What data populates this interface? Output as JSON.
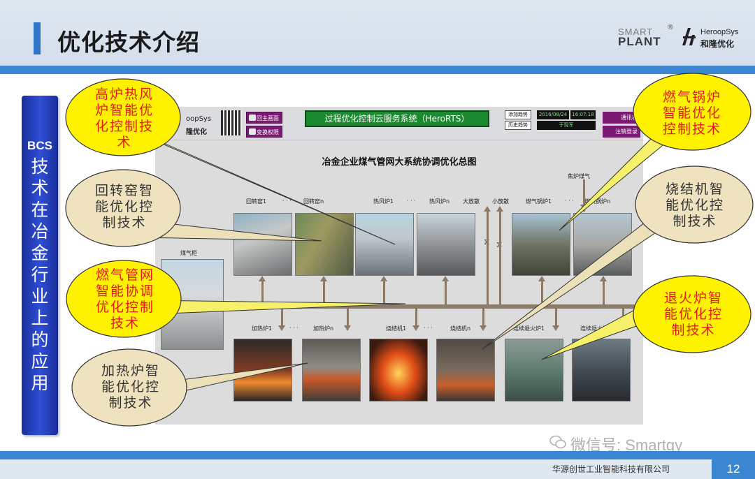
{
  "header": {
    "title": "优化技术介绍",
    "logo_smart_line1": "SMART",
    "logo_smart_line2": "PLANT",
    "logo_hero_en": "HeroopSys",
    "logo_hero_cn": "和隆优化"
  },
  "side_banner": {
    "acronym": "BCS",
    "text": "技术在冶金行业上的应用"
  },
  "screen": {
    "logo_line1": "oopSys",
    "logo_line2": "隆优化",
    "btn_home": "回主画面",
    "btn_permission": "变换权限",
    "title": "过程优化控制云服务系统（HeroRTS）",
    "btn_add_trend": "添加趋势",
    "btn_history_trend": "历史趋势",
    "date": "2016/08/24",
    "time": "16:07:18",
    "user": "于现军",
    "btn_comm": "通讯状",
    "btn_logout": "注销登录",
    "overview_title": "冶金企业煤气管网大系统协调优化总图",
    "labels": {
      "kiln1": "回转窑1",
      "kilnn": "回转窑n",
      "stove1": "热风炉1",
      "stoven": "热风炉n",
      "vent_big": "大放散",
      "vent_small": "小放散",
      "boiler1": "燃气锅炉1",
      "boilern": "燃气锅炉n",
      "coke_gas": "焦炉煤气",
      "gas_holder": "煤气柜",
      "heat1": "加热炉1",
      "heatn": "加热炉n",
      "sinter1": "烧结机1",
      "sintern": "烧结机n",
      "anneal1": "连续退火炉1",
      "anneal2": "连续退火炉2",
      "dots": "· · ·"
    }
  },
  "callouts": {
    "blast_stove": "高炉热风炉智能优化控制技术",
    "rotary_kiln": "回转窑智能优化控制技术",
    "gas_network": "燃气管网智能协调优化控制技术",
    "heating_furnace": "加热炉智能优化控制技术",
    "gas_boiler": "燃气锅炉智能优化控制技术",
    "sinter": "烧结机智能优化控制技术",
    "annealing": "退火炉智能优化控制技术"
  },
  "footer": {
    "wechat": "微信号: Smartgy",
    "company": "华源创世工业智能科技有限公司",
    "page": "12"
  }
}
